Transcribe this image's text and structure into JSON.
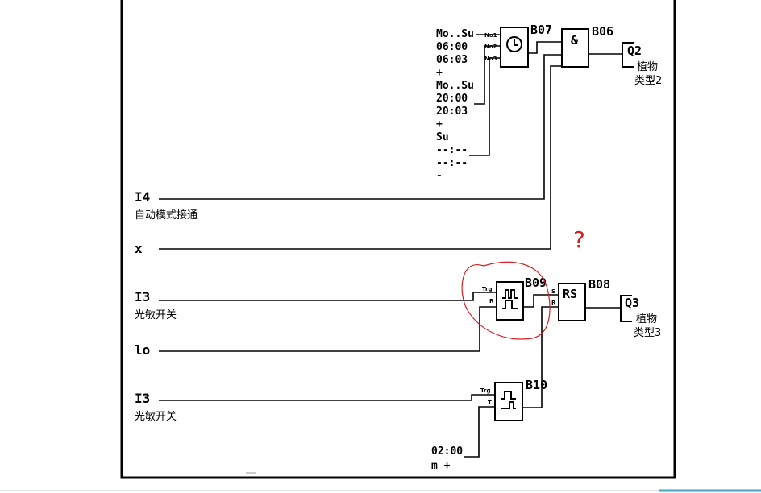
{
  "inputs": {
    "i4": {
      "name": "I4",
      "caption": "自动模式接通"
    },
    "x": {
      "name": "x"
    },
    "i3a": {
      "name": "I3",
      "caption": "光敏开关"
    },
    "lo": {
      "name": "lo"
    },
    "i3b": {
      "name": "I3",
      "caption": "光敏开关"
    }
  },
  "timer_b07": {
    "id": "B07",
    "cams": [
      "No1",
      "No2",
      "No3"
    ],
    "settings": [
      "Mo..Su",
      "06:00",
      "06:03",
      "+",
      "Mo..Su",
      "20:00",
      "20:03",
      "+",
      "Su",
      "--:--",
      "--:--",
      "-"
    ]
  },
  "and_b06": {
    "id": "B06",
    "symbol": "&"
  },
  "output_q2": {
    "name": "Q2",
    "caption1": "植物",
    "caption2": "类型2"
  },
  "pulse_b09": {
    "id": "B09",
    "pin_trg": "Trg",
    "pin_r": "R"
  },
  "rs_b08": {
    "id": "B08",
    "symbol": "RS",
    "pin_s": "S",
    "pin_r": "R"
  },
  "output_q3": {
    "name": "Q3",
    "caption1": "植物",
    "caption2": "类型3"
  },
  "pulse_b10": {
    "id": "B10",
    "pin_trg": "Trg",
    "pin_t": "T",
    "time": "02:00",
    "unit": "m +"
  },
  "annotation": {
    "mark": "?",
    "color": "#d42020"
  },
  "colors": {
    "accent_bar": "#4aa3c0"
  }
}
